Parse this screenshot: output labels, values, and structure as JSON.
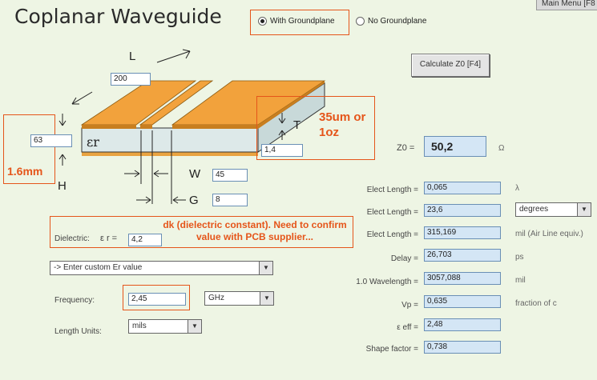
{
  "title": "Coplanar Waveguide",
  "main_menu_label": "Main Menu [F8",
  "ground": {
    "with_label": "With Groundplane",
    "without_label": "No Groundplane",
    "selected": "with"
  },
  "calculate_label": "Calculate Z0  [F4]",
  "diagram": {
    "L_label": "L",
    "L_value": "200",
    "T_label": "T",
    "T_value": "1,4",
    "H_label": "H",
    "H_value": "63",
    "W_label": "W",
    "W_value": "45",
    "G_label": "G",
    "G_value": "8",
    "er_symbol": "εr"
  },
  "annotations": {
    "copper": "35um or 1oz",
    "thickness": "1.6mm",
    "dk_note": "dk (dielectric constant). Need to confirm value with PCB supplier..."
  },
  "dielectric": {
    "label": "Dielectric:",
    "symbol": "ε r =",
    "value": "4,2"
  },
  "er_dropdown": "-> Enter custom Er value",
  "frequency": {
    "label": "Frequency:",
    "value": "2,45",
    "unit": "GHz"
  },
  "length_units": {
    "label": "Length Units:",
    "value": "mils"
  },
  "z0": {
    "label": "Z0 =",
    "value": "50,2",
    "unit": "Ω"
  },
  "results": [
    {
      "label": "Elect Length =",
      "value": "0,065",
      "unit": "λ"
    },
    {
      "label": "Elect Length =",
      "value": "23,6",
      "unit": "degrees"
    },
    {
      "label": "Elect Length =",
      "value": "315,169",
      "unit": "mil  (Air Line equiv.)"
    },
    {
      "label": "Delay =",
      "value": "26,703",
      "unit": "ps"
    },
    {
      "label": "1.0 Wavelength =",
      "value": "3057,088",
      "unit": "mil"
    },
    {
      "label": "Vp =",
      "value": "0,635",
      "unit": "fraction of c"
    },
    {
      "label": "ε eff =",
      "value": "2,48",
      "unit": ""
    },
    {
      "label": "Shape factor =",
      "value": "0,738",
      "unit": ""
    }
  ]
}
